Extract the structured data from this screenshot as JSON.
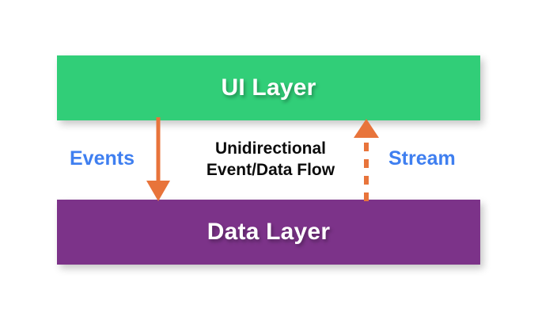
{
  "diagram": {
    "title": "Unidirectional Event/Data Flow",
    "background_color": "#FFFFFF",
    "layers": [
      {
        "id": "ui-layer",
        "label": "UI Layer",
        "color": "#31CE78",
        "text_color": "#FFFFFF"
      },
      {
        "id": "data-layer",
        "label": "Data Layer",
        "color": "#7C3389",
        "text_color": "#FFFFFF"
      }
    ],
    "caption": {
      "line1": "Unidirectional",
      "line2": "Event/Data Flow",
      "color": "#0C0C0C"
    },
    "connectors": [
      {
        "id": "events",
        "label": "Events",
        "label_color": "#3F7FF0",
        "arrow_color": "#E8743B",
        "style": "solid",
        "direction": "down",
        "from": "UI Layer",
        "to": "Data Layer"
      },
      {
        "id": "stream",
        "label": "Stream",
        "label_color": "#3F7FF0",
        "arrow_color": "#E8743B",
        "style": "dashed",
        "direction": "up",
        "from": "Data Layer",
        "to": "UI Layer"
      }
    ]
  }
}
